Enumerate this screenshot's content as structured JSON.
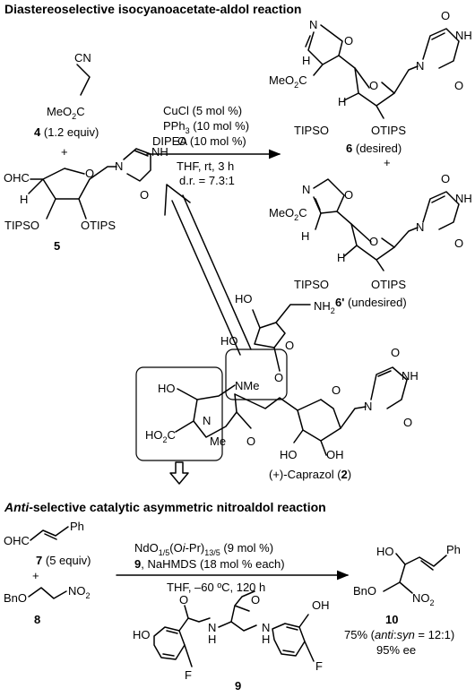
{
  "section1": {
    "title": "Diastereoselective isocyanoacetate-aldol reaction",
    "cmpd4": {
      "nitrile": "CN",
      "ester": "MeO",
      "ester_sub": "2",
      "ester_tail": "C",
      "num": "4",
      "equiv": "(1.2 equiv)"
    },
    "plus": "+",
    "cmpd5": {
      "aldehyde": "OHC",
      "h": "H",
      "otips_left": "TIPSO",
      "otips_right": "OTIPS",
      "o": "O",
      "n": "N",
      "nh": "NH",
      "num": "5"
    },
    "conditions": {
      "cat": "CuCl (5 mol %)",
      "ligand_a": "PPh",
      "ligand_sub": "3",
      "ligand_b": " (10 mol %)",
      "base": "DIPEA  (10 mol %)",
      "solvent": "THF, rt, 3 h",
      "dr": "d.r. = 7.3:1"
    },
    "cmpd6": {
      "ester": "MeO",
      "ester_sub": "2",
      "ester_tail": "C",
      "h": "H",
      "n": "N",
      "o": "O",
      "nh": "NH",
      "otips_left": "TIPSO",
      "otips_right": "OTIPS",
      "num": "6",
      "note": "(desired)"
    },
    "plus2": "+",
    "cmpd6p": {
      "ester": "MeO",
      "ester_sub": "2",
      "ester_tail": "C",
      "h": "H",
      "n": "N",
      "o": "O",
      "nh": "NH",
      "otips_left": "TIPSO",
      "otips_right": "OTIPS",
      "num": "6'",
      "note": "(undesired)"
    }
  },
  "caprazol": {
    "ho1": "HO",
    "ho2": "HO",
    "nh2": "NH",
    "nh2_sub": "2",
    "o": "O",
    "nme": "NMe",
    "ho3": "HO",
    "ho2c": "HO",
    "ho2c_sub": "2",
    "ho2c_tail": "C",
    "n": "N",
    "me": "Me",
    "nh": "NH",
    "oh1": "HO",
    "oh2": "OH",
    "name": "(+)-Caprazol (",
    "num": "2",
    "name_end": ")"
  },
  "section2": {
    "title_italic": "Anti",
    "title_rest": "-selective catalytic asymmetric nitroaldol reaction",
    "cmpd7": {
      "aldehyde": "OHC",
      "ph": "Ph",
      "num": "7",
      "equiv": "(5 equiv)"
    },
    "plus": "+",
    "cmpd8": {
      "bno": "BnO",
      "no2": "NO",
      "no2_sub": "2",
      "num": "8"
    },
    "conditions": {
      "cat_a": "NdO",
      "cat_s1": "1/5",
      "cat_b": "(O",
      "cat_i": "i",
      "cat_c": "-Pr)",
      "cat_s2": "13/5",
      "cat_d": " (9 mol %)",
      "lig_num": "9",
      "lig_rest": ", NaHMDS (18 mol % each)",
      "solvent": "THF, –60 ºC, 120 h"
    },
    "cmpd9": {
      "ho": "HO",
      "oh": "OH",
      "f1": "F",
      "f2": "F",
      "nh1": "H",
      "n1": "N",
      "nh2": "H",
      "n2": "N",
      "o1": "O",
      "o2": "O",
      "num": "9"
    },
    "cmpd10": {
      "ho": "HO",
      "ph": "Ph",
      "bno": "BnO",
      "no2": "NO",
      "no2_sub": "2",
      "num": "10"
    },
    "yield_a": "75% (",
    "yield_anti": "anti",
    "yield_colon": ":",
    "yield_syn": "syn",
    "yield_b": " = 12:1)",
    "ee": "95% ee"
  },
  "colors": {
    "ink": "#000000",
    "background": "#ffffff"
  }
}
